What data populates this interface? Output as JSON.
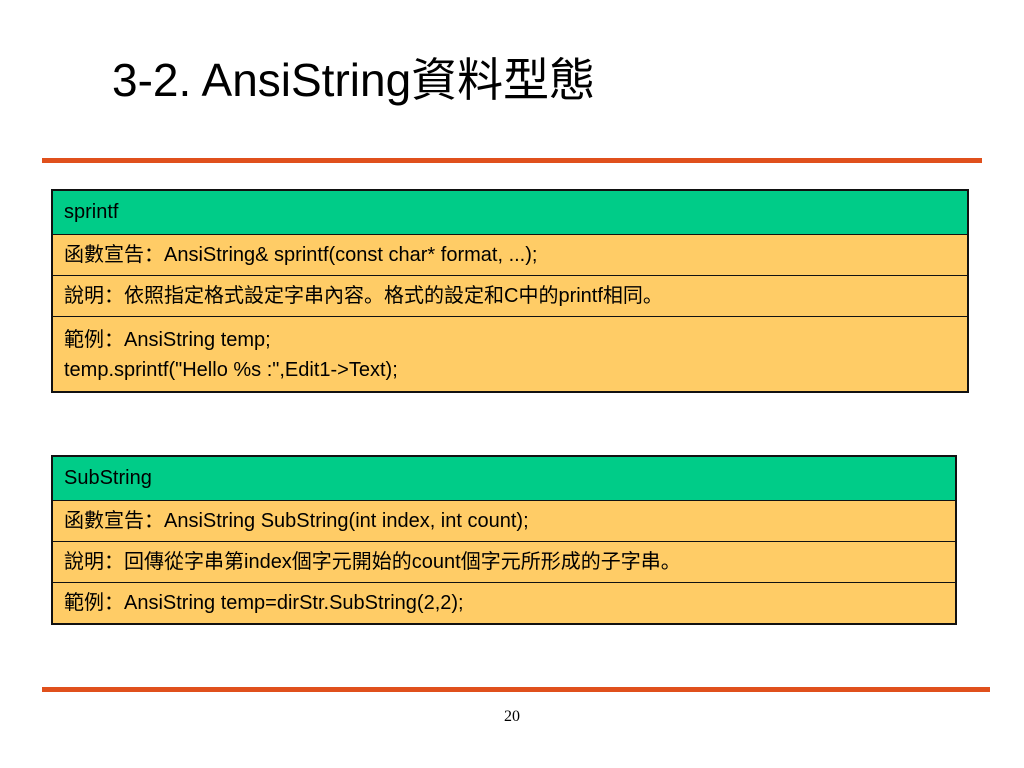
{
  "slide": {
    "title": "3-2. AnsiString資料型態",
    "page_number": "20"
  },
  "colors": {
    "rule": "#e0501c",
    "header_bg": "#00cc88",
    "row_bg": "#ffcc66",
    "border": "#111111"
  },
  "tables": [
    {
      "header": "sprintf",
      "declaration": "函數宣告：AnsiString& sprintf(const char* format, ...);",
      "description": "說明：依照指定格式設定字串內容。格式的設定和C中的printf相同。",
      "example_line1": "範例：AnsiString temp;",
      "example_line2": "temp.sprintf(\"Hello %s :\",Edit1->Text);"
    },
    {
      "header": "SubString",
      "declaration": "函數宣告：AnsiString SubString(int index, int count);",
      "description": "說明：回傳從字串第index個字元開始的count個字元所形成的子字串。",
      "example_line1": "範例：AnsiString temp=dirStr.SubString(2,2);"
    }
  ]
}
